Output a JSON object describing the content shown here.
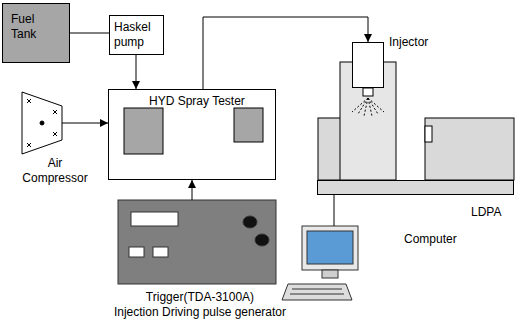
{
  "diagram": {
    "nodes": [
      {
        "text": [
          "Fuel Tank"
        ]
      },
      {
        "text": [
          "Haskel pump"
        ]
      },
      {
        "text": [
          "HYD Spray Tester"
        ]
      },
      {
        "text": [
          "Air Compressor"
        ]
      },
      {
        "text": [
          "Trigger(TDA-3100A)",
          "Injection Driving pulse generator"
        ]
      },
      {
        "text": [
          "Injector"
        ]
      },
      {
        "text": [
          "LDPA"
        ]
      },
      {
        "text": [
          "Computer"
        ]
      }
    ],
    "edges": [
      {
        "from": 0,
        "to": 1,
        "arrow": "none"
      },
      {
        "from": 1,
        "to": 2,
        "arrow": "to"
      },
      {
        "from": 3,
        "to": 2,
        "arrow": "to"
      },
      {
        "from": 4,
        "to": 2,
        "arrow": "to"
      },
      {
        "from": 2,
        "to": 5,
        "arrow": "to"
      },
      {
        "from": 6,
        "to": 7,
        "arrow": "none"
      }
    ]
  }
}
